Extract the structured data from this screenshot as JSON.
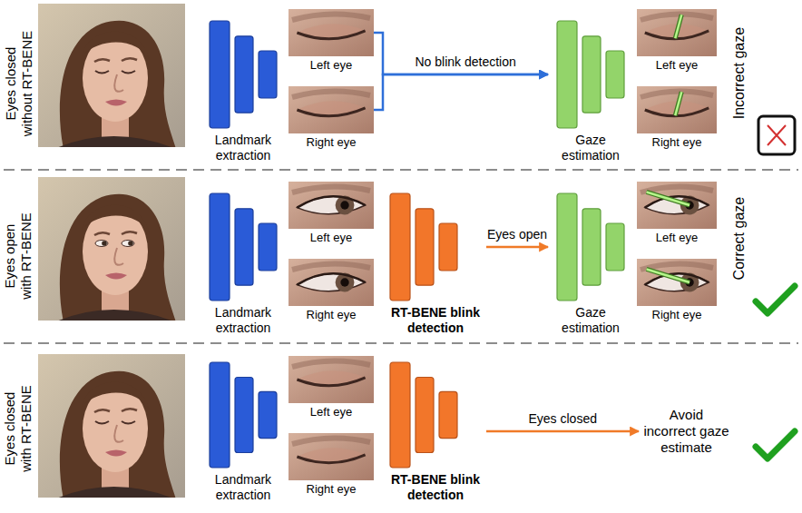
{
  "diagram": {
    "nodes": [
      {
        "text": [
          "Landmark extraction"
        ]
      },
      {
        "text": [
          "Left eye"
        ]
      },
      {
        "text": [
          "Right eye"
        ]
      },
      {
        "text": [
          "Gaze estimation"
        ]
      },
      {
        "text": [
          "Left eye"
        ]
      },
      {
        "text": [
          "Right eye"
        ]
      },
      {
        "text": [
          "Landmark extraction"
        ]
      },
      {
        "text": [
          "Left eye"
        ]
      },
      {
        "text": [
          "Right eye"
        ]
      },
      {
        "text": [
          "RT-BENE blink detection"
        ]
      },
      {
        "text": [
          "Gaze estimation"
        ]
      },
      {
        "text": [
          "Left eye"
        ]
      },
      {
        "text": [
          "Right eye"
        ]
      },
      {
        "text": [
          "Landmark extraction"
        ]
      },
      {
        "text": [
          "Left eye"
        ]
      },
      {
        "text": [
          "Right eye"
        ]
      },
      {
        "text": [
          "RT-BENE blink detection"
        ]
      },
      {
        "text": [
          "Avoid incorrect gaze estimate"
        ]
      }
    ],
    "edges": [
      {
        "from": 1,
        "to": 3,
        "arrow": "to",
        "label": "No blink detection"
      },
      {
        "from": 2,
        "to": 3,
        "arrow": "to"
      },
      {
        "from": 9,
        "to": 10,
        "arrow": "to",
        "label": "Eyes open"
      },
      {
        "from": 16,
        "to": 17,
        "arrow": "to",
        "label": "Eyes closed"
      }
    ],
    "labels": [
      "Eyes closed without RT-BENE",
      "Incorrect gaze",
      "Eyes open with RT-BENE",
      "Correct gaze",
      "Eyes closed with RT-BENE"
    ]
  }
}
